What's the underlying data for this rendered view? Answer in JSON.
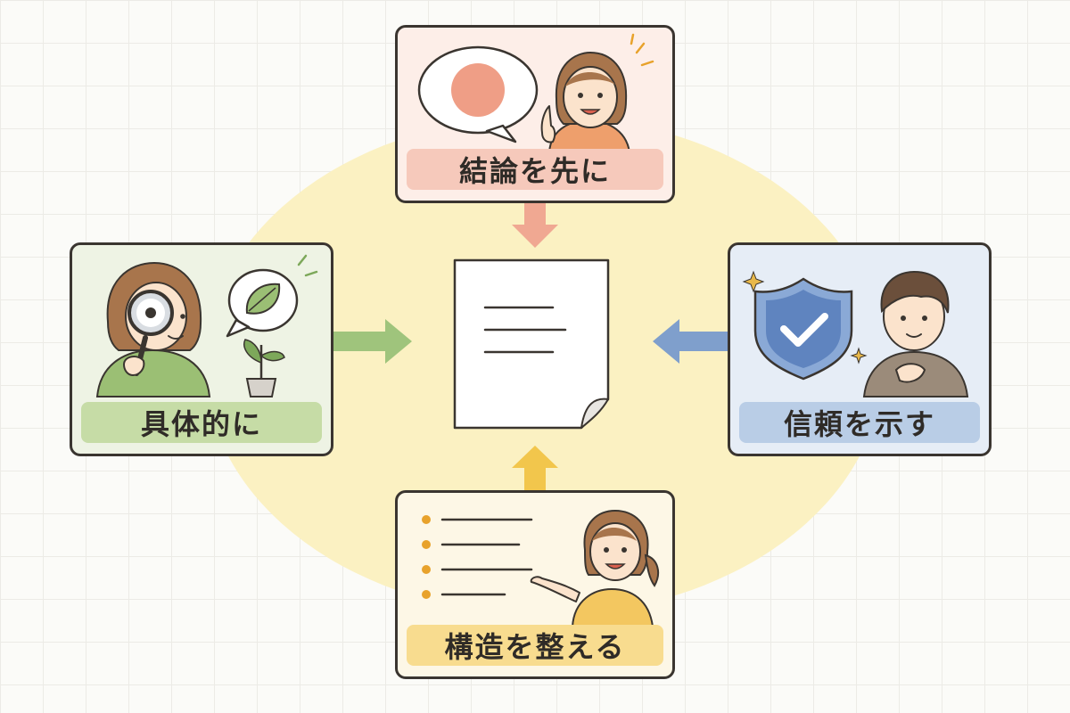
{
  "cards": {
    "top": {
      "label": "結論を先に",
      "color": "#f6c9bb"
    },
    "left": {
      "label": "具体的に",
      "color": "#c6dca6"
    },
    "right": {
      "label": "信頼を示す",
      "color": "#b9cde6"
    },
    "bottom": {
      "label": "構造を整える",
      "color": "#f8dc8f"
    }
  },
  "center": {
    "icon": "document-icon"
  },
  "arrows": [
    {
      "from": "top",
      "to": "center",
      "color": "#f0a892"
    },
    {
      "from": "left",
      "to": "center",
      "color": "#9fc47c"
    },
    {
      "from": "right",
      "to": "center",
      "color": "#7f9fcc"
    },
    {
      "from": "bottom",
      "to": "center",
      "color": "#f2c64c"
    }
  ]
}
